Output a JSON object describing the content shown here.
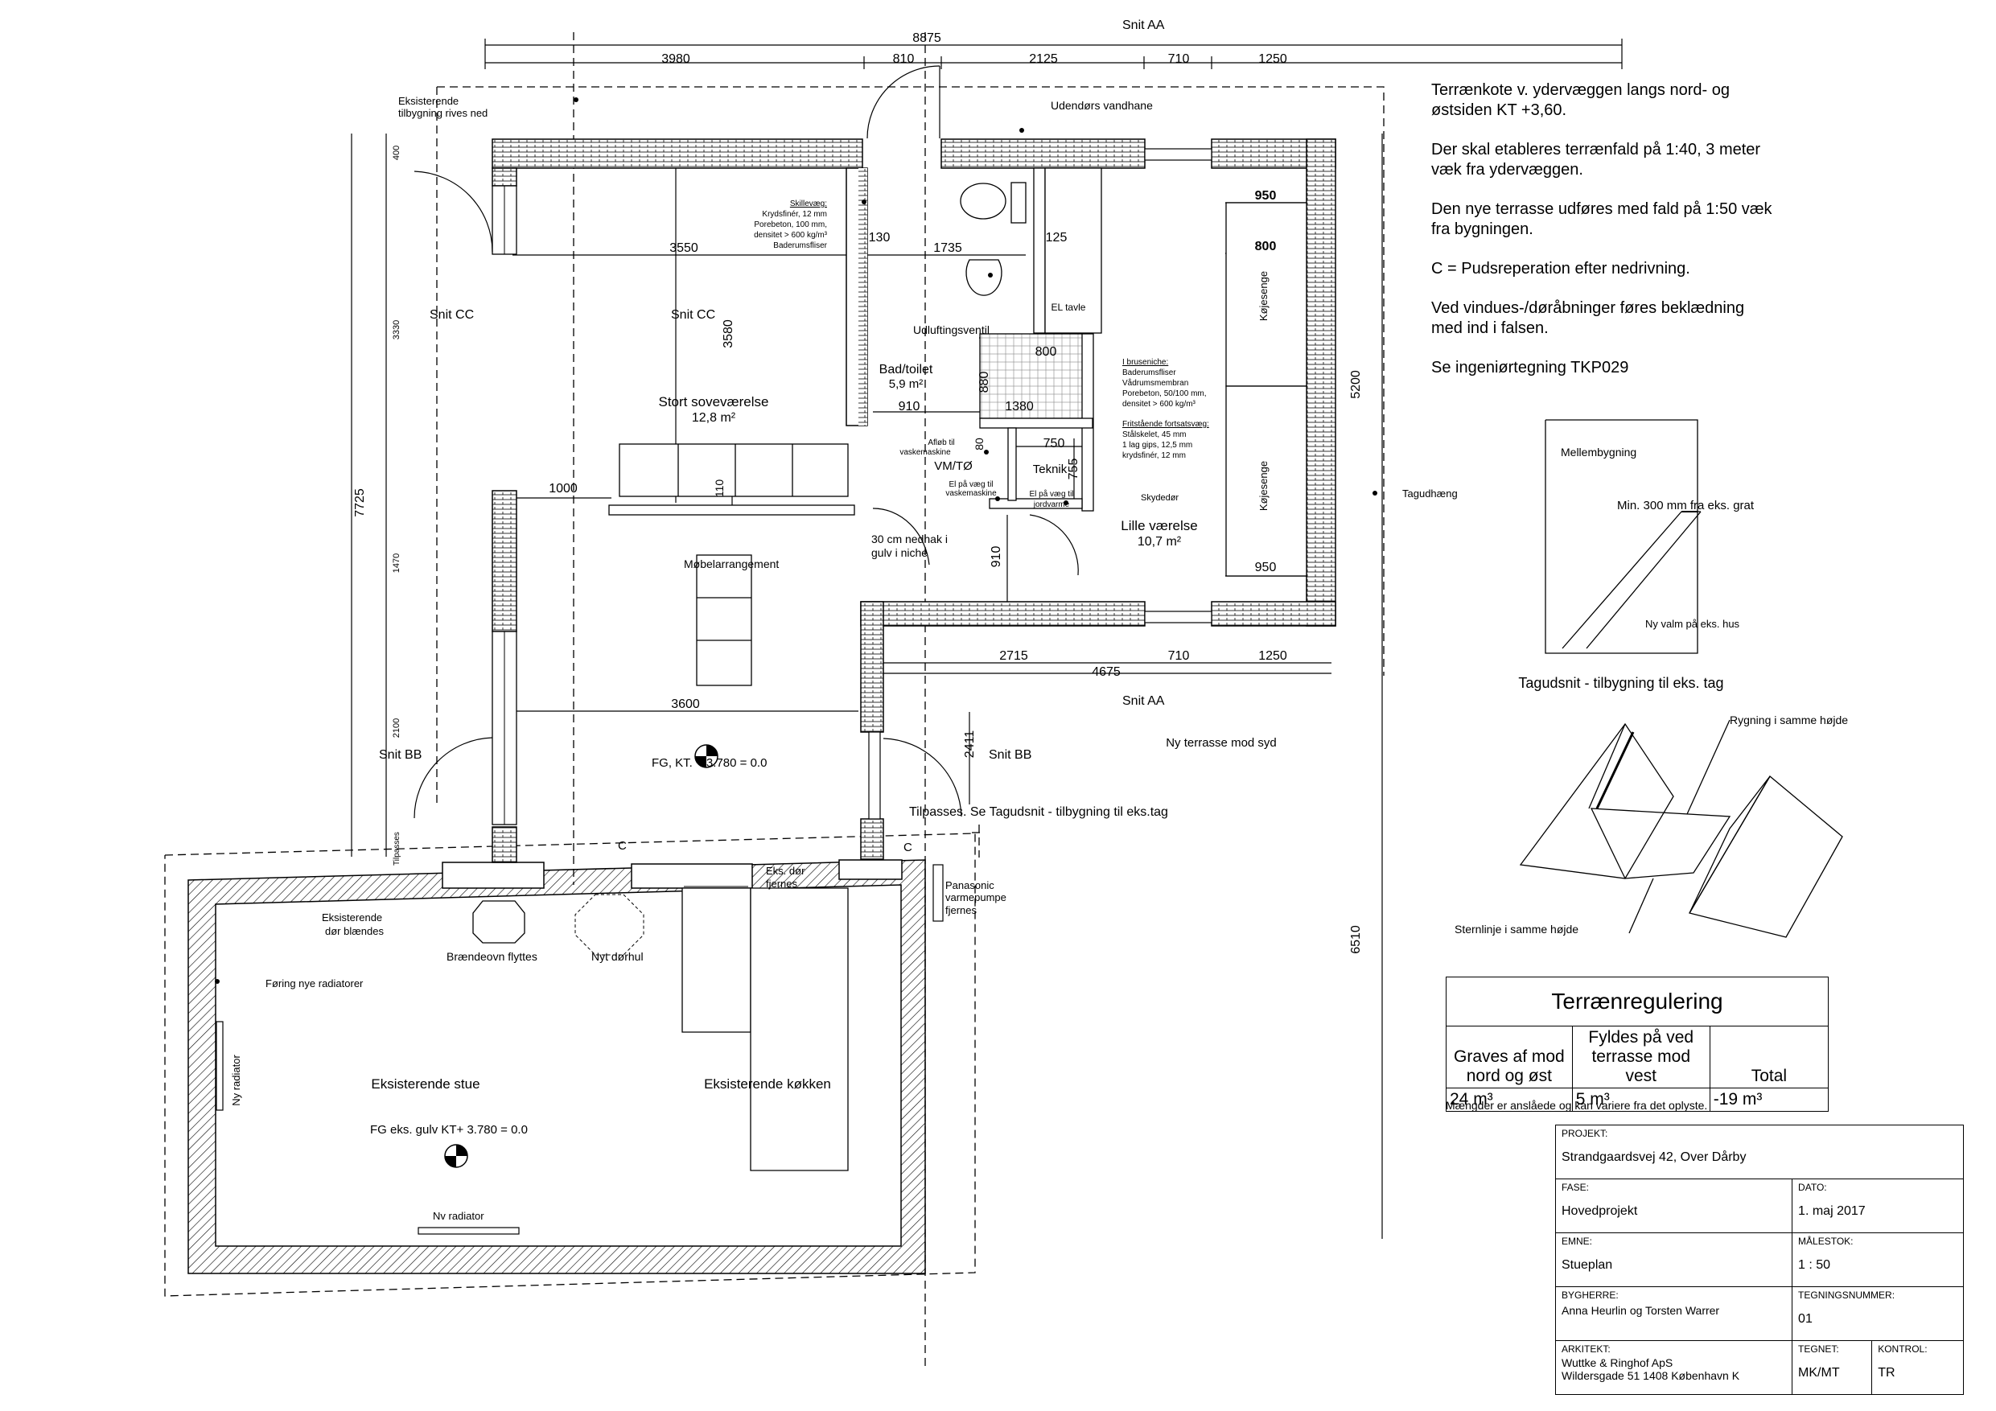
{
  "notes": [
    "Terrænkote v. ydervæggen langs nord- og\nøstsiden KT +3,60.",
    "Der skal etableres terrænfald på 1:40, 3 meter\nvæk fra ydervæggen.",
    "Den nye terrasse udføres med fald på 1:50 væk\nfra bygningen.",
    "C = Pudsreperation efter nedrivning.",
    "Ved vindues-/døråbninger føres beklædning\nmed ind i falsen.",
    "Se ingeniørtegning TKP029"
  ],
  "dimensions": {
    "overall": "8875",
    "top": [
      "3980",
      "810",
      "2125",
      "710",
      "1250"
    ],
    "left_total": "7725",
    "left_segments": [
      "400",
      "3330",
      "1470",
      "2100"
    ],
    "right_upper": "5200",
    "right_lower": "6510",
    "south": [
      "2715",
      "710",
      "1250"
    ],
    "south_total": "4675",
    "bedroom_width": "3550",
    "bedroom_height": "3580",
    "bath_width": "1735",
    "wall_130": "130",
    "wall_125": "125",
    "bunk_950_top": "950",
    "bunk_800": "800",
    "bunk_950_bottom": "950",
    "shower_800": "800",
    "shower_880": "880",
    "d910a": "910",
    "d1380": "1380",
    "d80": "80",
    "d750": "750",
    "d755": "755",
    "d1000": "1000",
    "d110": "110",
    "d910b": "910",
    "d3600": "3600",
    "d2411": "2411"
  },
  "sections": {
    "aa_top": "Snit AA",
    "aa_bottom": "Snit AA",
    "cc_left": "Snit CC",
    "cc_right": "Snit CC",
    "bb_left": "Snit BB",
    "bb_right": "Snit BB"
  },
  "rooms": {
    "big_bedroom": "Stort soveværelse",
    "big_bedroom_area": "12,8 m²",
    "bath": "Bad/toilet",
    "bath_area": "5,9 m²",
    "small_room": "Lille værelse",
    "small_room_area": "10,7 m²",
    "living": "Eksisterende stue",
    "kitchen": "Eksisterende køkken",
    "vm": "VM/TØ",
    "teknik": "Teknik",
    "el_tavle": "EL tavle",
    "terrace": "Ny terrasse mod syd",
    "bunk": "Køjesenge",
    "bunk2": "Køjesenge"
  },
  "labels": {
    "existing_annex": "Eksisterende\ntilbygning rives ned",
    "outdoor_tap": "Udendørs vandhane",
    "vent": "Udluftingsventil",
    "furniture": "Møbelarrangement",
    "niche": "30 cm nedhak i\ngulv i niche",
    "washer": "Afløb til\nvaskemaskine",
    "el_washer": "El på væg til\nvaskemaskine",
    "el_ground": "El på væg til\njordvarme",
    "sliding_door": "Skydedør",
    "roof_overhang": "Tagudhæng",
    "fg_new": "FG, KT. + 3.780 = 0.0",
    "fg_old": "FG eks. gulv KT+ 3.780 = 0.0",
    "adjust": "Tilpasses. Se Tagudsnit - tilbygning til eks.tag",
    "tilpasses": "Tilpasses",
    "c1": "C",
    "c2": "C",
    "exist_door_remove": "Eks. dør\nfjernes",
    "panasonic": "Panasonic\nvarmepumpe\nfjernes",
    "exist_door_blind": "Eksisterende\ndør blændes",
    "stove": "Brændeovn flyttes",
    "new_door": "Nyt dørhul",
    "radiator_routing": "Føring nye radiatorer",
    "radiator_vertical": "Ny radiator",
    "radiator_bottom": "Nv radiator"
  },
  "spec_notes": {
    "partition": [
      "Skillevæg:",
      "Krydsfinér, 12 mm",
      "Porebeton, 100 mm,",
      "densitet > 600 kg/m³",
      "Baderumsfliser"
    ],
    "shower": [
      "I bruseniche:",
      "Baderumsfliser",
      "Vådrumsmembran",
      "Porebeton, 50/100 mm,",
      "densitet > 600 kg/m³"
    ],
    "free_wall": [
      "Fritstående fortsatsvæg:",
      "Stålskelet, 45 mm",
      "1 lag gips, 12,5 mm",
      "krydsfinér, 12 mm"
    ]
  },
  "roof_detail": {
    "title": "Tagudsnit - tilbygning til eks. tag",
    "mid_building": "Mellembygning",
    "min_distance": "Min. 300 mm fra eks. grat",
    "new_hip": "Ny valm på eks. hus",
    "ridge": "Rygning i samme højde",
    "fascia": "Sternlinje i samme højde"
  },
  "terrain": {
    "title": "Terrænregulering",
    "col1": "Graves af mod\nnord og øst",
    "col2": "Fyldes på ved\nterrasse mod vest",
    "col3": "Total",
    "v1": "24 m³",
    "v2": "5 m³",
    "v3": "-19 m³",
    "note": "Mængder er anslåede og kan variere fra det oplyste."
  },
  "title_block": {
    "projekt_label": "PROJEKT:",
    "projekt": "Strandgaardsvej 42, Over Dårby",
    "fase_label": "FASE:",
    "fase": "Hovedprojekt",
    "dato_label": "DATO:",
    "dato": "1. maj 2017",
    "emne_label": "EMNE:",
    "emne": "Stueplan",
    "malestok_label": "MÅLESTOK:",
    "malestok": "1 : 50",
    "bygherre_label": "BYGHERRE:",
    "bygherre": "Anna Heurlin og Torsten Warrer",
    "tegningsnr_label": "TEGNINGSNUMMER:",
    "tegningsnr": "01",
    "arkitekt_label": "ARKITEKT:",
    "arkitekt1": "Wuttke & Ringhof ApS",
    "arkitekt2": "Wildersgade 51    1408 København K",
    "tegnet_label": "TEGNET:",
    "tegnet": "MK/MT",
    "kontrol_label": "KONTROL:",
    "kontrol": "TR"
  },
  "colors": {
    "line": "#000000",
    "hatch": "#000000",
    "dim": "#000000"
  }
}
